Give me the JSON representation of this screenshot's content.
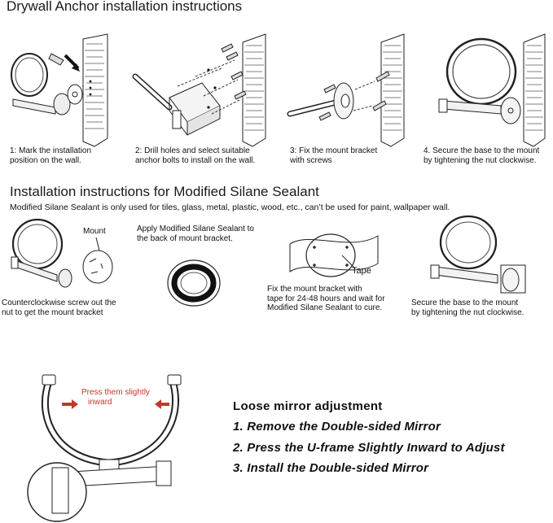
{
  "section1": {
    "title": "Drywall Anchor installation instructions",
    "steps": [
      {
        "line1": "1: Mark the installation",
        "line2": "position on the wall."
      },
      {
        "line1": "2: Drill holes and select suitable",
        "line2": "anchor bolts to install on the wall."
      },
      {
        "line1": "3: Fix the mount bracket",
        "line2": "with screws"
      },
      {
        "line1": "4. Secure the base to the mount",
        "line2": "by tightening the nut clockwise."
      }
    ]
  },
  "section2": {
    "title": "Installation instructions for Modified Silane Sealant",
    "note": "Modified Silane Sealant is only used for tiles, glass, metal, plastic, wood, etc., can’t be used for paint, wallpaper wall.",
    "mount_label": "Mount",
    "tape_label": "Tape",
    "steps": [
      {
        "line1": "Counterclockwise screw out the",
        "line2": "nut to get the mount bracket"
      },
      {
        "line1": "Apply Modified Silane Sealant to",
        "line2": "the back of mount bracket."
      },
      {
        "line1": "Fix the mount bracket with",
        "line2": "tape for 24-48 hours and wait for",
        "line3": "Modified Silane Sealant to cure."
      },
      {
        "line1": "Secure the base to the mount",
        "line2": "by tightening the nut clockwise."
      }
    ]
  },
  "section3": {
    "press_line1": "Press them slightly",
    "press_line2": "inward",
    "title": "Loose mirror adjustment",
    "items": [
      "1. Remove the Double-sided Mirror",
      "2. Press the U-frame Slightly Inward to Adjust",
      "3. Install the Double-sided Mirror"
    ]
  }
}
